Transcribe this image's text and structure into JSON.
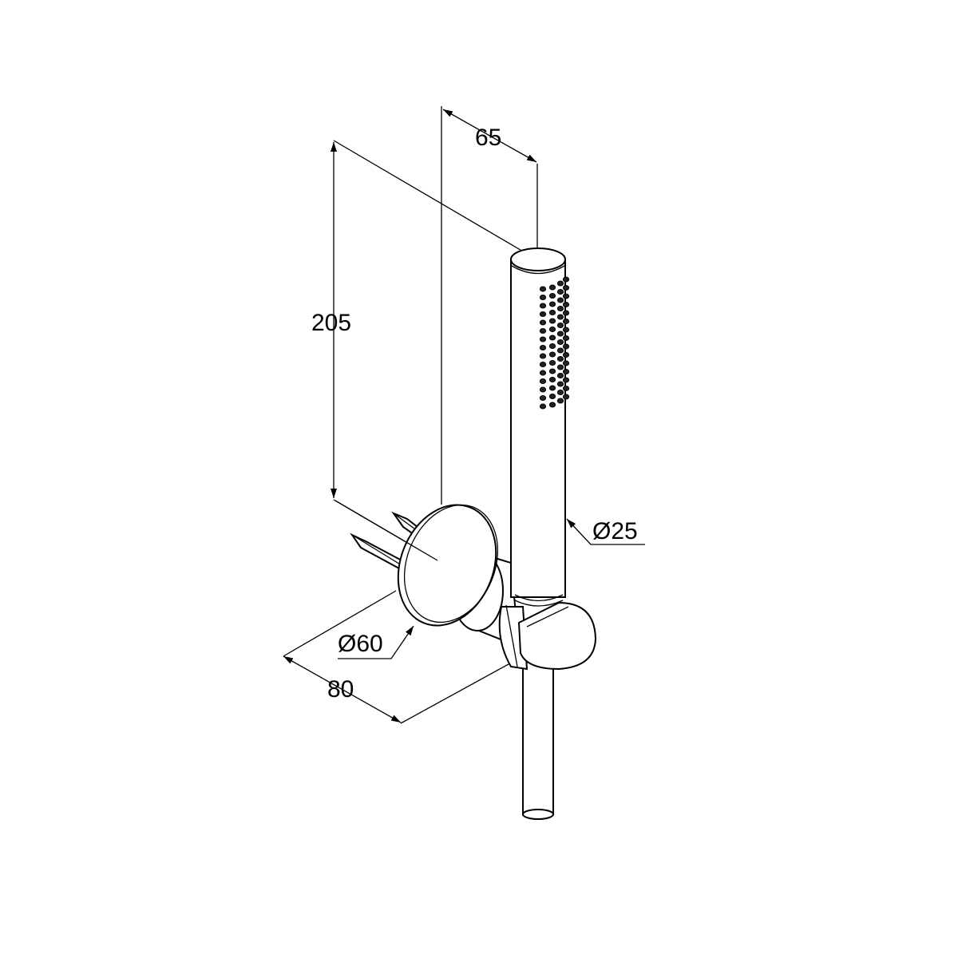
{
  "drawing": {
    "dimensions": {
      "handle_offset": "65",
      "height": "205",
      "handle_diameter": "Ø25",
      "plate_diameter": "Ø60",
      "projection": "80"
    },
    "line_color": "#000000",
    "background": "#ffffff"
  }
}
